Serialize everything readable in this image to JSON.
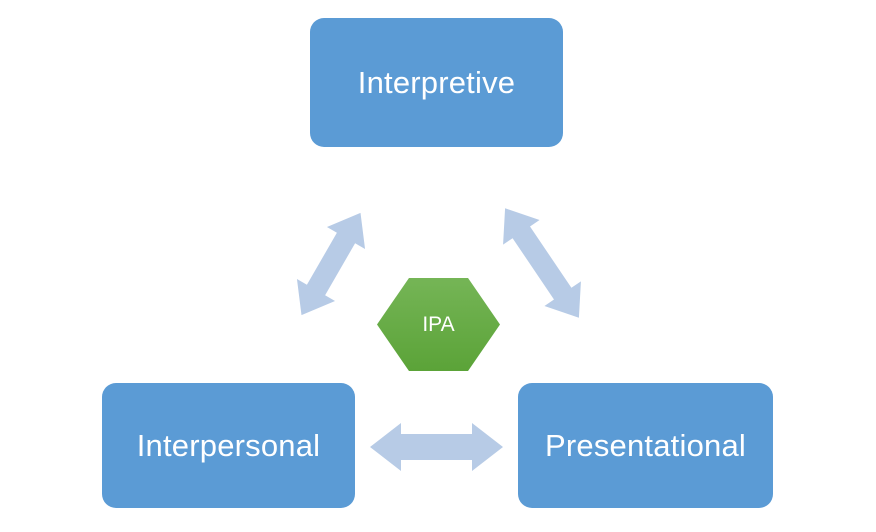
{
  "diagram": {
    "center": {
      "label": "IPA"
    },
    "nodes": [
      {
        "id": "interpretive",
        "label": "Interpretive"
      },
      {
        "id": "interpersonal",
        "label": "Interpersonal"
      },
      {
        "id": "presentational",
        "label": "Presentational"
      }
    ],
    "connections": [
      {
        "from": "interpretive",
        "to": "interpersonal",
        "bidirectional": true
      },
      {
        "from": "interpretive",
        "to": "presentational",
        "bidirectional": true
      },
      {
        "from": "interpersonal",
        "to": "presentational",
        "bidirectional": true
      }
    ]
  },
  "colors": {
    "background": "#ffffff",
    "node_fill": "#5b9bd5",
    "node_text": "#ffffff",
    "hexagon_gradient_top": "#75b556",
    "hexagon_gradient_bottom": "#5ba338",
    "hexagon_text": "#ffffff",
    "arrow_fill": "#b7cbe6"
  }
}
